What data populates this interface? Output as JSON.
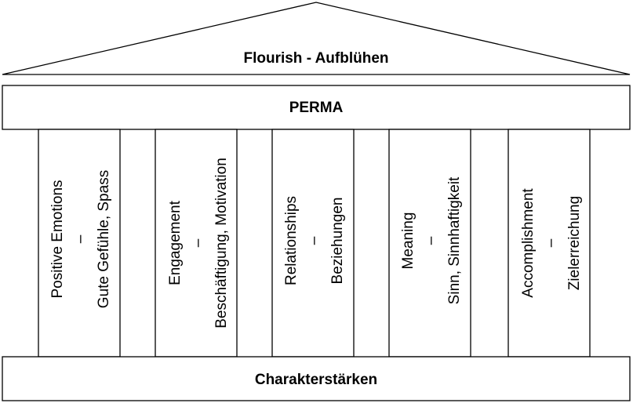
{
  "roof": {
    "label": "Flourish - Aufblühen"
  },
  "beam": {
    "label": "PERMA"
  },
  "base": {
    "label": "Charakterstärken"
  },
  "pillars": [
    {
      "line1": "Positive Emotions",
      "dash": "–",
      "line2": "Gute Gefühle, Spass"
    },
    {
      "line1": "Engagement",
      "dash": "–",
      "line2": "Beschäftigung, Motivation"
    },
    {
      "line1": "Relationships",
      "dash": "–",
      "line2": "Beziehungen"
    },
    {
      "line1": "Meaning",
      "dash": "–",
      "line2": "Sinn, Sinnhaftigkeit"
    },
    {
      "line1": "Accomplishment",
      "dash": "–",
      "line2": "Zielerreichung"
    }
  ]
}
